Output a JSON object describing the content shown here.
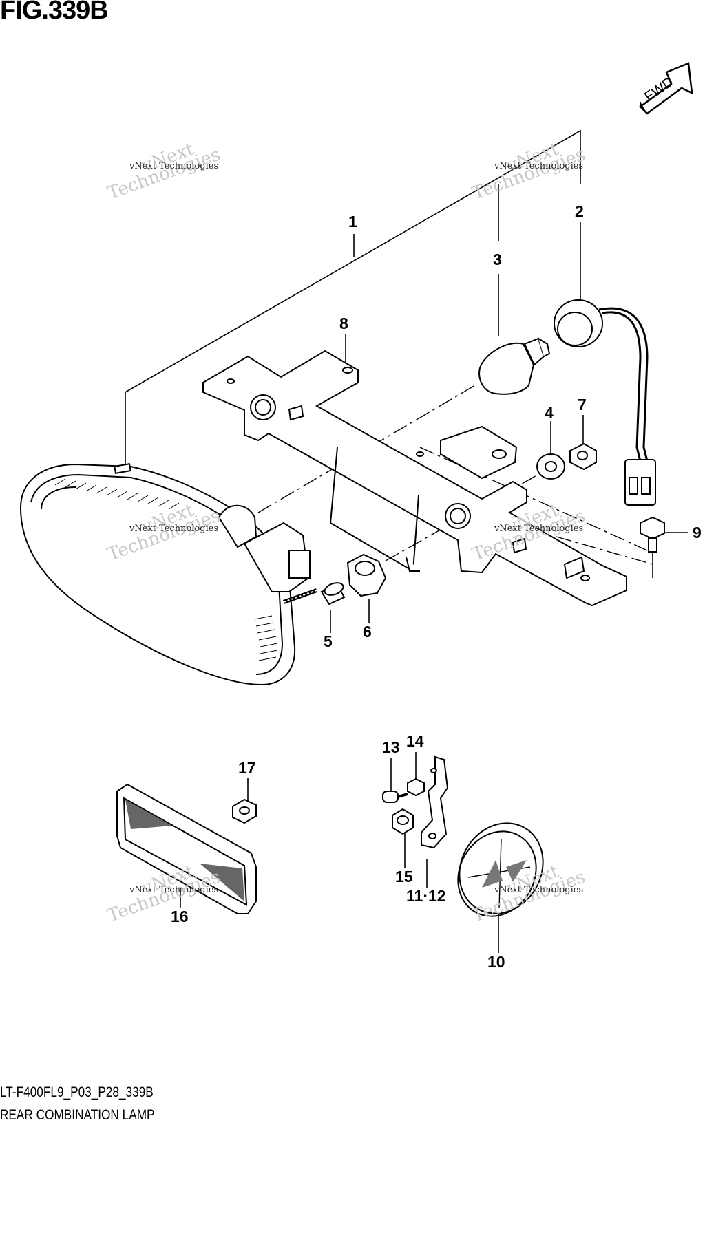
{
  "figure": {
    "title": "FIG.339B",
    "code": "LT-F400FL9_P03_P28_339B",
    "subtitle": "REAR COMBINATION LAMP"
  },
  "direction_arrow": {
    "label": "FWD"
  },
  "watermark": {
    "line1": "vNext Technologies",
    "big1": "vNext",
    "big2": "Technologies"
  },
  "callouts": [
    {
      "id": "c1",
      "label": "1"
    },
    {
      "id": "c2",
      "label": "2"
    },
    {
      "id": "c3",
      "label": "3"
    },
    {
      "id": "c4",
      "label": "4"
    },
    {
      "id": "c5",
      "label": "5"
    },
    {
      "id": "c6",
      "label": "6"
    },
    {
      "id": "c7",
      "label": "7"
    },
    {
      "id": "c8",
      "label": "8"
    },
    {
      "id": "c9",
      "label": "9"
    },
    {
      "id": "c10",
      "label": "10"
    },
    {
      "id": "c11",
      "label": "11·12"
    },
    {
      "id": "c13",
      "label": "13"
    },
    {
      "id": "c14",
      "label": "14"
    },
    {
      "id": "c15",
      "label": "15"
    },
    {
      "id": "c16",
      "label": "16"
    },
    {
      "id": "c17",
      "label": "17"
    }
  ]
}
